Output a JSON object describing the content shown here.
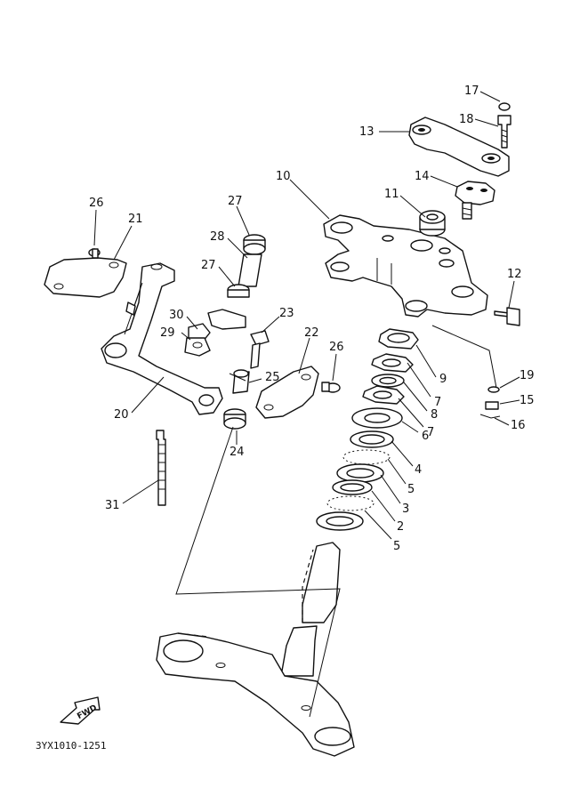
{
  "diagram_code": "3YX1010-1251",
  "fwd_label": "FWD",
  "callouts": [
    {
      "id": "c17",
      "text": "17"
    },
    {
      "id": "c18",
      "text": "18"
    },
    {
      "id": "c13",
      "text": "13"
    },
    {
      "id": "c14",
      "text": "14"
    },
    {
      "id": "c10",
      "text": "10"
    },
    {
      "id": "c11",
      "text": "11"
    },
    {
      "id": "c12",
      "text": "12"
    },
    {
      "id": "c26a",
      "text": "26"
    },
    {
      "id": "c21",
      "text": "21"
    },
    {
      "id": "c27a",
      "text": "27"
    },
    {
      "id": "c28",
      "text": "28"
    },
    {
      "id": "c27b",
      "text": "27"
    },
    {
      "id": "c30",
      "text": "30"
    },
    {
      "id": "c23",
      "text": "23"
    },
    {
      "id": "c29",
      "text": "29"
    },
    {
      "id": "c22",
      "text": "22"
    },
    {
      "id": "c26b",
      "text": "26"
    },
    {
      "id": "c9",
      "text": "9"
    },
    {
      "id": "c19",
      "text": "19"
    },
    {
      "id": "c15",
      "text": "15"
    },
    {
      "id": "c16",
      "text": "16"
    },
    {
      "id": "c25",
      "text": "25"
    },
    {
      "id": "c7a",
      "text": "7"
    },
    {
      "id": "c8",
      "text": "8"
    },
    {
      "id": "c7b",
      "text": "7"
    },
    {
      "id": "c20",
      "text": "20"
    },
    {
      "id": "c24",
      "text": "24"
    },
    {
      "id": "c6",
      "text": "6"
    },
    {
      "id": "c4",
      "text": "4"
    },
    {
      "id": "c5a",
      "text": "5"
    },
    {
      "id": "c31",
      "text": "31"
    },
    {
      "id": "c3",
      "text": "3"
    },
    {
      "id": "c2",
      "text": "2"
    },
    {
      "id": "c5b",
      "text": "5"
    }
  ]
}
